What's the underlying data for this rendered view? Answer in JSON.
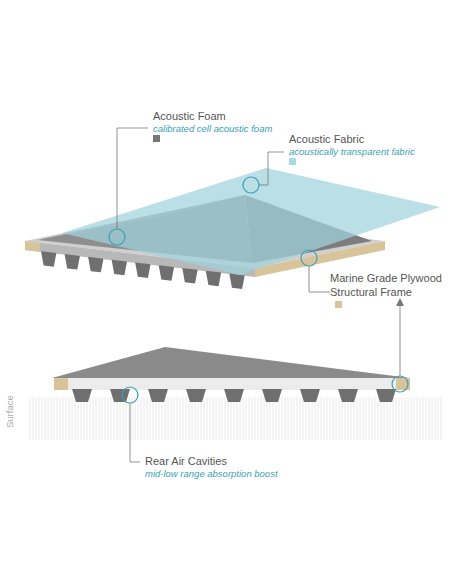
{
  "diagram": {
    "labels": [
      "Acoustic Foam",
      "calibrated cell acoustic foam",
      "Acoustic Fabric",
      "acoustically transparent fabric",
      "Marine Grade Plywood Structural Frame",
      "Surface",
      "Rear Air Cavities",
      "mid-low range absorption boost"
    ]
  }
}
